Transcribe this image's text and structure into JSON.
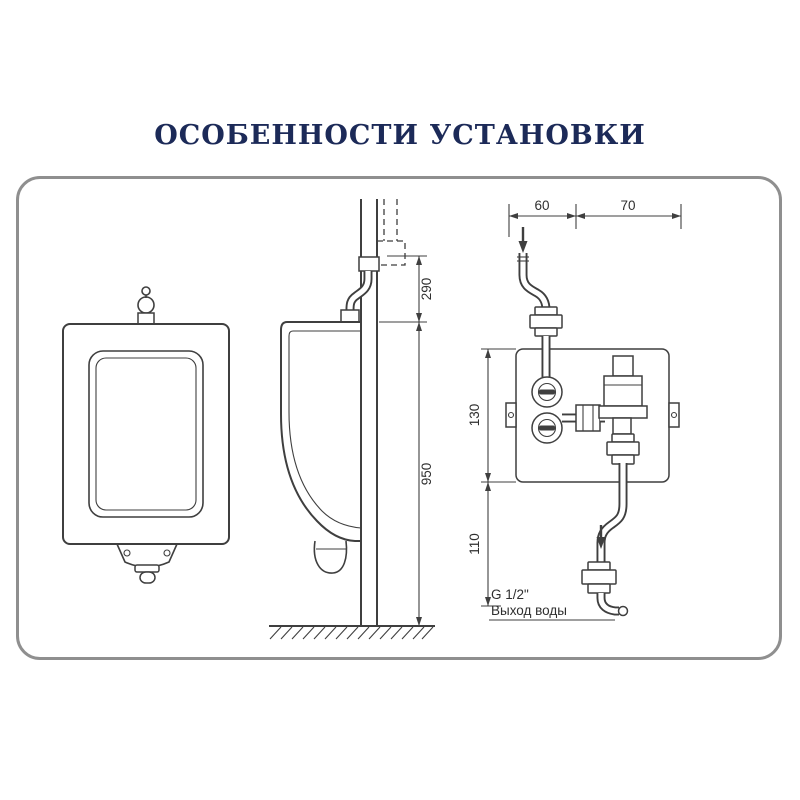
{
  "page": {
    "title": "ОСОБЕННОСТИ УСТАНОВКИ"
  },
  "colors": {
    "title_text": "#1c2a58",
    "line": "#3f3f3f",
    "panel_border": "#8f8f8f",
    "background": "#ffffff"
  },
  "dimensions": {
    "inlet_offset": "60",
    "valve_width": "70",
    "flush_pipe_height": "290",
    "rim_height": "950",
    "valve_box_height": "130",
    "outlet_drop": "110"
  },
  "labels": {
    "outlet_thread": "G 1/2\"",
    "outlet_caption": "Выход воды"
  }
}
